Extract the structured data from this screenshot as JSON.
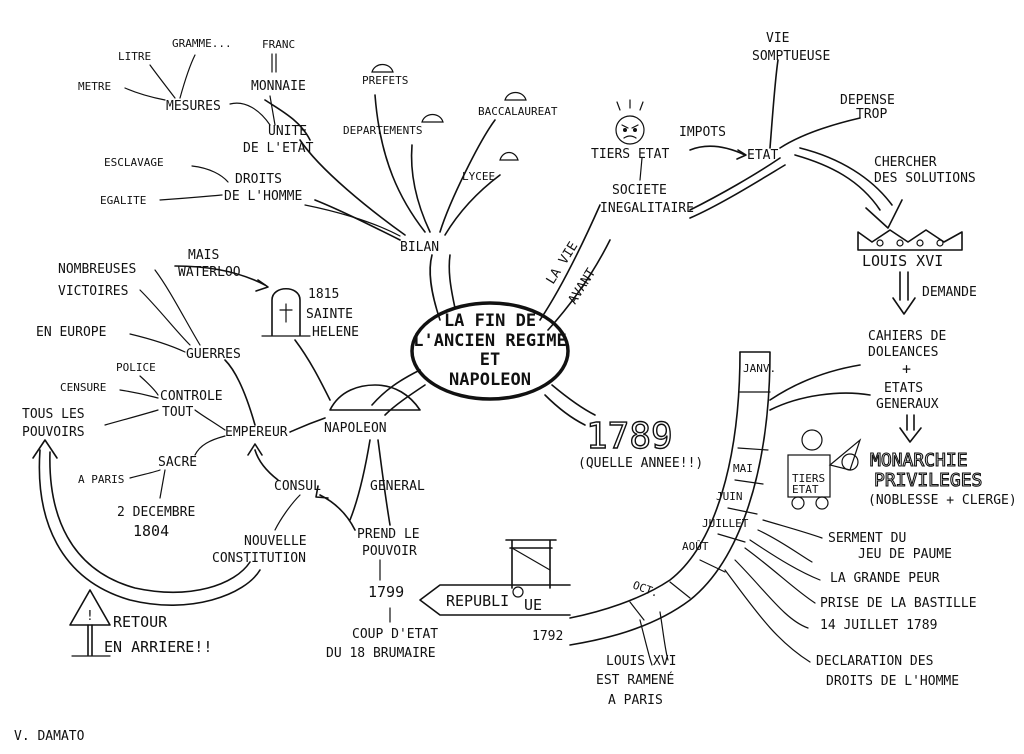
{
  "center": {
    "line1": "LA FIN DE",
    "line2": "L'ANCIEN REGIME",
    "line3": "ET",
    "line4": "NAPOLEON"
  },
  "author": "V. DAMATO",
  "ancien_regime": {
    "branch_label_1": "LA VIE",
    "branch_label_2": "AVANT",
    "societe": "SOCIETE",
    "inegalitaire": "INEGALITAIRE",
    "tiers_etat": "TIERS ETAT",
    "impots": "IMPOTS",
    "etat": "ETAT",
    "vie": "VIE",
    "somptueuse": "SOMPTUEUSE",
    "depense": "DEPENSE",
    "trop": "TROP",
    "chercher": "CHERCHER",
    "des_solutions": "DES SOLUTIONS",
    "louis_xvi": "LOUIS XVI",
    "demande": "DEMANDE",
    "cahiers": "CAHIERS DE",
    "doleances": "DOLEANCES",
    "plus": "+",
    "etats": "ETATS",
    "generaux": "GENERAUX",
    "monarchie": "MONARCHIE",
    "privileges": "PRIVILEGES",
    "noblesse_clerge": "(NOBLESSE + CLERGE)",
    "tiers_cart_1": "TIERS",
    "tiers_cart_2": "ETAT"
  },
  "revolution": {
    "year": "1789",
    "year_note": "(QUELLE ANNEE!!)",
    "months": [
      "JANV.",
      "MAI",
      "JUIN",
      "JUILLET",
      "AOÛT",
      "OCT."
    ],
    "events": [
      {
        "l1": "SERMENT DU",
        "l2": "JEU DE PAUME"
      },
      {
        "l1": "LA GRANDE PEUR",
        "l2": ""
      },
      {
        "l1": "PRISE DE LA BASTILLE",
        "l2": "14 JUILLET 1789"
      },
      {
        "l1": "DECLARATION DES",
        "l2": "DROITS DE L'HOMME"
      }
    ],
    "louis_ramene_1": "LOUIS XVI",
    "louis_ramene_2": "EST RAMENÉ",
    "louis_ramene_3": "A PARIS",
    "republique_1": "REPUBLI",
    "republique_2": "UE",
    "year_1792": "1792"
  },
  "napoleon": {
    "name": "NAPOLEON",
    "general": "GENERAL",
    "prend_1": "PREND LE",
    "prend_2": "POUVOIR",
    "year_1799": "1799",
    "coup_1": "COUP D'ETAT",
    "coup_2": "DU 18 BRUMAIRE",
    "consul": "CONSUL",
    "nouvelle_1": "NOUVELLE",
    "nouvelle_2": "CONSTITUTION",
    "empereur": "EMPEREUR",
    "sacre": "SACRE",
    "a_paris": "A PARIS",
    "date_1": "2 DECEMBRE",
    "date_2": "1804",
    "controle_1": "CONTROLE",
    "controle_2": "TOUT",
    "police": "POLICE",
    "censure": "CENSURE",
    "tous_1": "TOUS LES",
    "tous_2": "POUVOIRS",
    "guerres": "GUERRES",
    "en_europe": "EN EUROPE",
    "victoires": "VICTOIRES",
    "nombreuses": "NOMBREUSES",
    "mais": "MAIS",
    "waterloo": "WATERLOO",
    "year_1815": "1815",
    "sainte": "SAINTE",
    "helene": "HELENE",
    "retour_1": "RETOUR",
    "retour_2": "EN ARRIERE!!"
  },
  "bilan": {
    "title": "BILAN",
    "prefets": "PREFETS",
    "departements": "DEPARTEMENTS",
    "baccalaureat": "BACCALAUREAT",
    "lycee": "LYCEE",
    "unite_1": "UNITE",
    "unite_2": "DE L'ETAT",
    "mesures": "MESURES",
    "metre": "METRE",
    "litre": "LITRE",
    "gramme": "GRAMME...",
    "franc": "FRANC",
    "monnaie": "MONNAIE",
    "droits_1": "DROITS",
    "droits_2": "DE L'HOMME",
    "esclavage": "ESCLAVAGE",
    "egalite": "EGALITE"
  }
}
